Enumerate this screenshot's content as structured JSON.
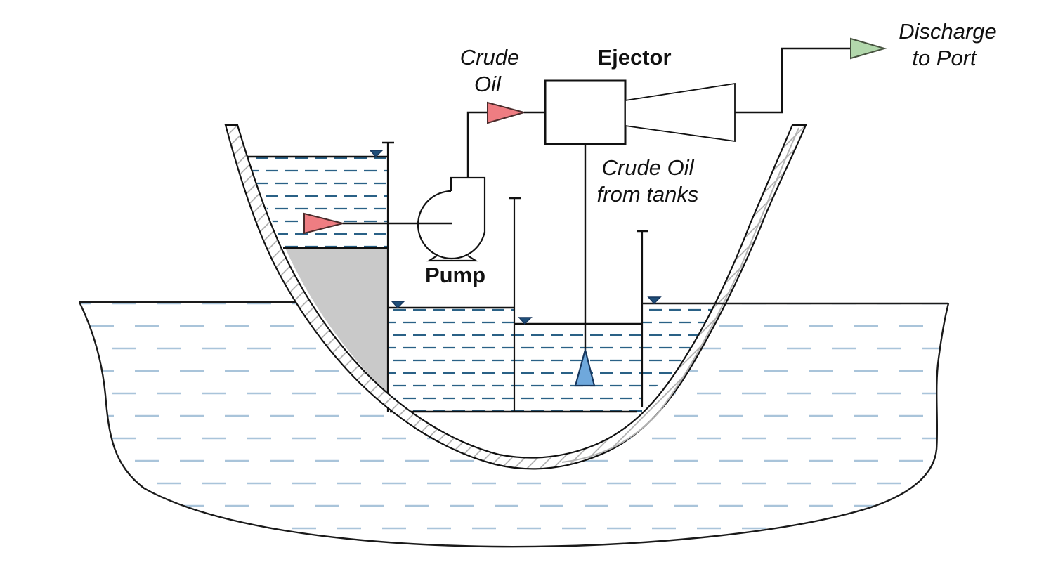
{
  "diagram": {
    "type": "ship-hull-oil-salvage-schematic",
    "labels": {
      "crude_oil_line1": "Crude",
      "crude_oil_line2": "Oil",
      "ejector": "Ejector",
      "pump": "Pump",
      "from_tanks_line1": "Crude Oil",
      "from_tanks_line2": "from tanks",
      "discharge_line1": "Discharge",
      "discharge_line2": "to Port"
    },
    "colors": {
      "crude_oil_arrow": "#ee7d82",
      "crude_oil_arrow_border": "#4a2b2b",
      "discharge_arrow": "#b2d8ac",
      "discharge_arrow_border": "#46523f",
      "suction_nozzle": "#6fa8dc",
      "suction_nozzle_border": "#17375e",
      "level_marker": "#1f4e79",
      "tank_water_dash": "#2a6186",
      "sea_water_dash": "#a9c4da",
      "ballast_fill": "#c9c9c9",
      "hull_hatch": "#a8a8a8",
      "outline": "#000000"
    }
  }
}
